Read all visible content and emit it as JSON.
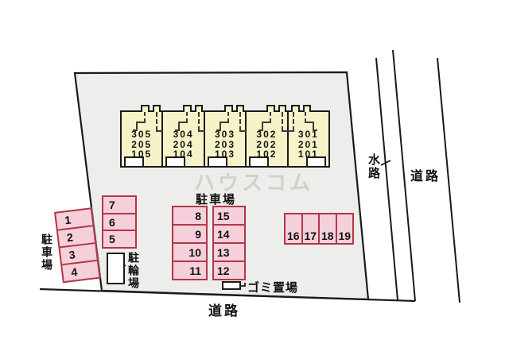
{
  "colors": {
    "plot_fill": "#ededeb",
    "outline": "#1a1a1a",
    "building_fill": "#f7f3c8",
    "stall_fill": "#f5cfd9",
    "stall_border": "#b03848"
  },
  "watermark": "ハウスコム",
  "building": {
    "units": [
      {
        "floors": [
          "305",
          "205",
          "105"
        ]
      },
      {
        "floors": [
          "304",
          "204",
          "104"
        ]
      },
      {
        "floors": [
          "303",
          "203",
          "103"
        ]
      },
      {
        "floors": [
          "302",
          "202",
          "102"
        ]
      },
      {
        "floors": [
          "301",
          "201",
          "101"
        ]
      }
    ]
  },
  "parking": {
    "left_block": [
      "1",
      "2",
      "3",
      "4"
    ],
    "mid_block": [
      "7",
      "6",
      "5"
    ],
    "center_col_a": [
      "8",
      "9",
      "10",
      "11"
    ],
    "center_col_b": [
      "15",
      "14",
      "13",
      "12"
    ],
    "right_block": [
      "16",
      "17",
      "18",
      "19"
    ]
  },
  "labels": {
    "parking_left": "駐車場",
    "parking_center": "駐車場",
    "bicycle": "駐輪場",
    "garbage": "ゴミ置場",
    "road_bottom": "道路",
    "road_right": "道路",
    "waterway": "水路"
  }
}
